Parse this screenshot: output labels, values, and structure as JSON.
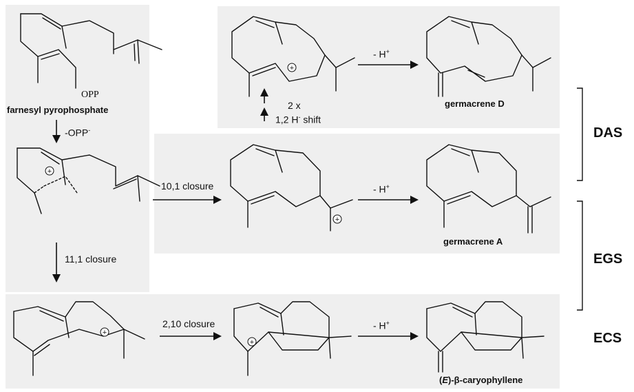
{
  "compounds": {
    "fpp": "farnesyl pyrophosphate",
    "opp_group": "OPP",
    "germacrene_d": "germacrene D",
    "germacrene_a": "germacrene A",
    "caryophyllene_prefix": "(",
    "caryophyllene_e": "E",
    "caryophyllene_suffix": ")-β-caryophyllene"
  },
  "steps": {
    "loss_opp": "-OPP",
    "loss_opp_charge": "-",
    "shift_count": "2 x",
    "shift_text": "1,2 H",
    "shift_charge": "-",
    "shift_word": " shift",
    "closure_10_1": "10,1 closure",
    "closure_11_1": "11,1 closure",
    "closure_2_10": "2,10 closure",
    "deprot_d": "- H",
    "deprot_a": "- H",
    "deprot_c": "- H",
    "plus": "+"
  },
  "sections": {
    "das": "DAS",
    "egs": "EGS",
    "ecs": "ECS"
  },
  "colors": {
    "panel": "#efefef",
    "ink": "#111111"
  }
}
